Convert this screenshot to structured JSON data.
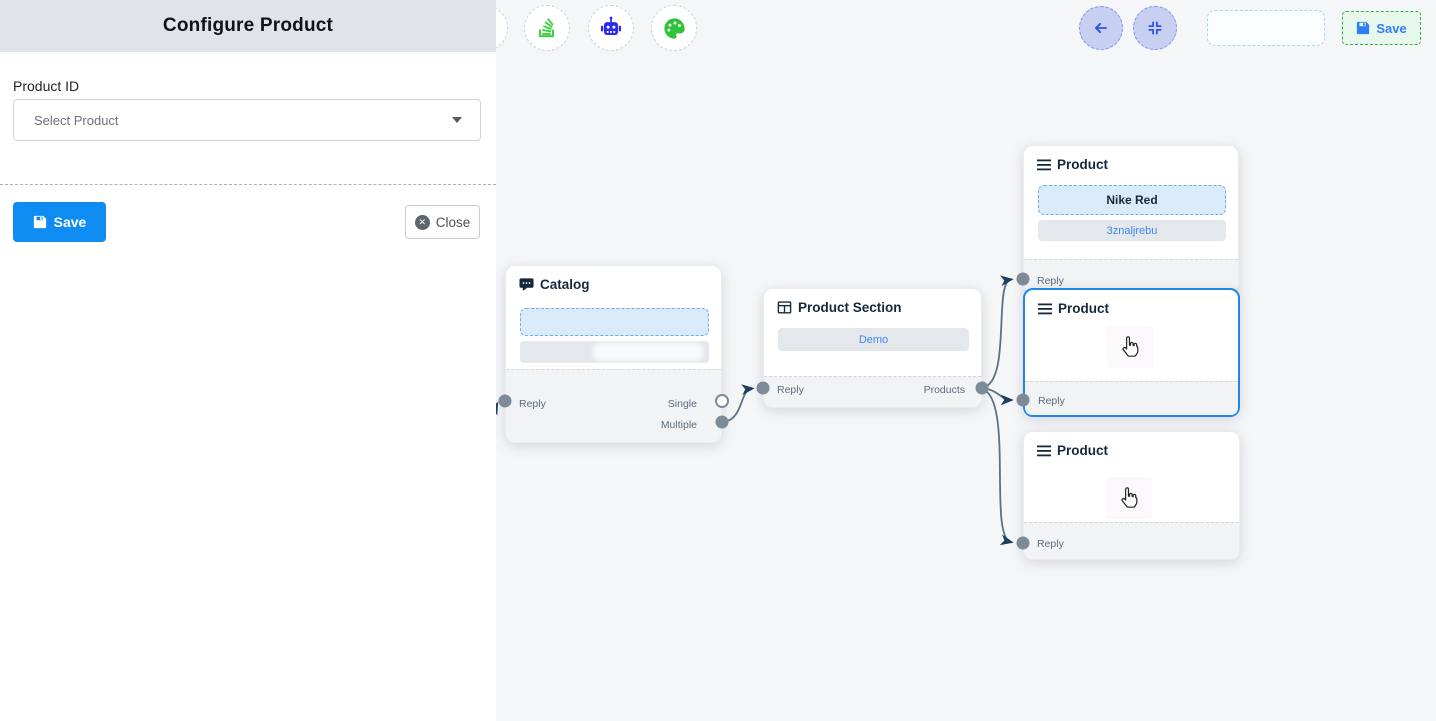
{
  "panel": {
    "title": "Configure Product",
    "product_id_label": "Product ID",
    "select_placeholder": "Select Product",
    "save_label": "Save",
    "close_label": "Close"
  },
  "toolbar": {
    "items": [
      {
        "icon": "stack-icon",
        "color": "#37d23c"
      },
      {
        "icon": "robot-icon",
        "color": "#2a2af0"
      },
      {
        "icon": "palette-icon",
        "color": "#2fc33a"
      }
    ]
  },
  "topbar": {
    "back_icon": "arrow-left-icon",
    "fit_icon": "compress-icon",
    "save_label": "Save"
  },
  "flow": {
    "nodes": [
      {
        "id": "catalog",
        "title": "Catalog",
        "icon": "chat-icon",
        "input_label": "Reply",
        "output_labels": [
          "Single",
          "Multiple"
        ]
      },
      {
        "id": "product-section",
        "title": "Product Section",
        "icon": "table-icon",
        "button_label": "Demo",
        "input_label": "Reply",
        "output_label": "Products"
      },
      {
        "id": "product-1",
        "title": "Product",
        "icon": "menu-icon",
        "option_label": "Nike Red",
        "value_label": "3znaljrebu",
        "input_label": "Reply"
      },
      {
        "id": "product-2",
        "title": "Product",
        "icon": "menu-icon",
        "input_label": "Reply",
        "selected": true
      },
      {
        "id": "product-3",
        "title": "Product",
        "icon": "menu-icon",
        "input_label": "Reply"
      }
    ],
    "edges": [
      {
        "from": "catalog.Multiple",
        "to": "product-section.Reply"
      },
      {
        "from": "product-section.Products",
        "to": "product-1.Reply"
      },
      {
        "from": "product-section.Products",
        "to": "product-2.Reply"
      },
      {
        "from": "product-section.Products",
        "to": "product-3.Reply"
      },
      {
        "from": "offscreen-left",
        "to": "catalog.Reply"
      }
    ]
  },
  "colors": {
    "primary_blue": "#0e8cf1",
    "selected_node_border": "#1f86ea",
    "link_blue": "#3f86f2",
    "edge_stroke": "#5c7284",
    "arrowhead": "#1d3e5e",
    "handle_gray": "#7d8a97",
    "panel_header_bg": "#e0e3e7",
    "canvas_bg": "#f5f6f8",
    "save_green_border": "#35b14b",
    "save_green_bg": "#e8f7ec"
  }
}
